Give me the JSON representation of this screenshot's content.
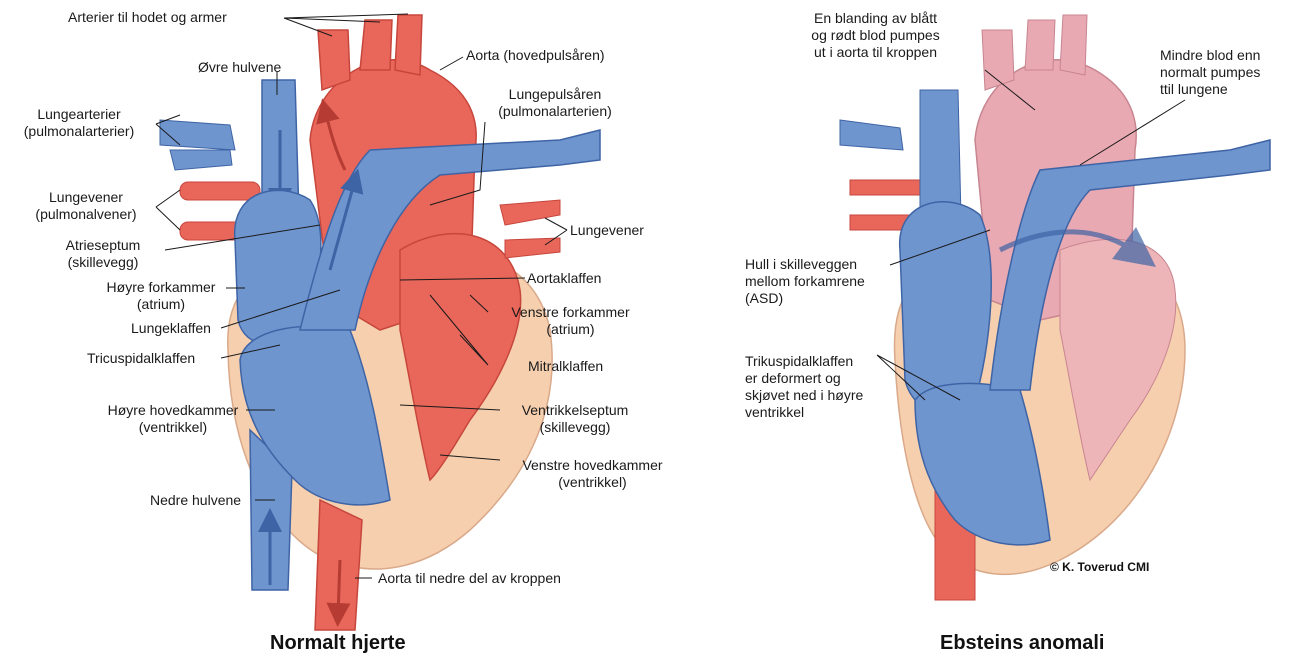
{
  "colors": {
    "blue": "#6f95cf",
    "blue_dark": "#3f64a5",
    "red": "#e8665a",
    "red_dark": "#c7463c",
    "skin": "#f6cfae",
    "pale_red": "#e8a9b2",
    "pale_blue": "#aebfe0"
  },
  "left": {
    "title": "Normalt hjerte",
    "labels": {
      "arterier_hode": "Arterier til hodet og armer",
      "aorta": "Aorta (hovedpulsåren)",
      "ovre_hulvene": "Øvre hulvene",
      "lungepulsaren_1": "Lungepulsåren",
      "lungepulsaren_2": "(pulmonalarterien)",
      "lungearterier_1": "Lungearterier",
      "lungearterier_2": "(pulmonalarterier)",
      "lungevener_left_1": "Lungevener",
      "lungevener_left_2": "(pulmonalvener)",
      "lungevener_right": "Lungevener",
      "atrieseptum_1": "Atrieseptum",
      "atrieseptum_2": "(skillevegg)",
      "hoyre_forkammer_1": "Høyre forkammer",
      "hoyre_forkammer_2": "(atrium)",
      "aortaklaffen": "Aortaklaffen",
      "venstre_forkammer_1": "Venstre forkammer",
      "venstre_forkammer_2": "(atrium)",
      "lungeklaffen": "Lungeklaffen",
      "tricuspidalklaffen": "Tricuspidalklaffen",
      "mitralklaffen": "Mitralklaffen",
      "hoyre_hovedkammer_1": "Høyre hovedkammer",
      "hoyre_hovedkammer_2": "(ventrikkel)",
      "ventrikkelseptum_1": "Ventrikkelseptum",
      "ventrikkelseptum_2": "(skillevegg)",
      "venstre_hovedkammer_1": "Venstre hovedkammer",
      "venstre_hovedkammer_2": "(ventrikkel)",
      "nedre_hulvene": "Nedre hulvene",
      "aorta_nedre": "Aorta til nedre del av kroppen"
    }
  },
  "right": {
    "title": "Ebsteins anomali",
    "labels": {
      "blanding_1": "En blanding av blått",
      "blanding_2": "og rødt blod pumpes",
      "blanding_3": "ut i aorta til kroppen",
      "mindre_1": "Mindre blod enn",
      "mindre_2": "normalt pumpes",
      "mindre_3": "ttil lungene",
      "hull_1": "Hull i skilleveggen",
      "hull_2": "mellom forkamrene",
      "hull_3": "(ASD)",
      "triku_1": "Trikuspidalklaffen",
      "triku_2": "er deformert og",
      "triku_3": "skjøvet ned i høyre",
      "triku_4": "ventrikkel"
    },
    "credit": "© K. Toverud CMI"
  }
}
